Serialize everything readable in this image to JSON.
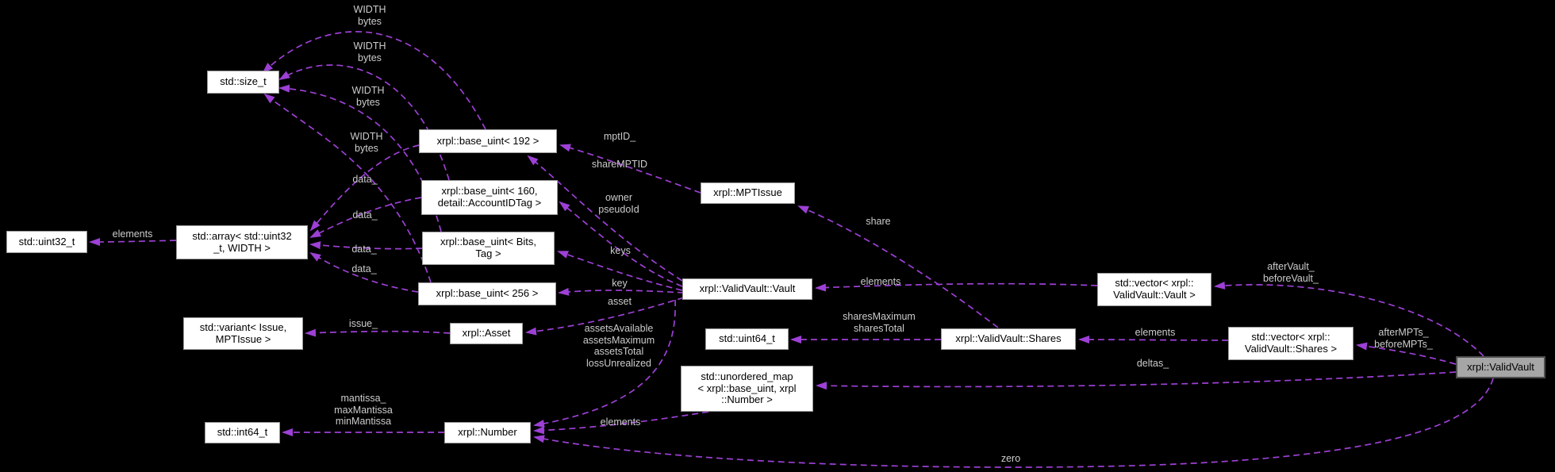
{
  "diagram": {
    "type": "doxygen-collaboration-graph",
    "colors": {
      "background": "#000000",
      "edge": "#9d40d5",
      "edge_label": "#cccccc",
      "node_fill": "#ffffff",
      "node_border": "#9a9a9a",
      "highlight_node_fill": "#a6a6a6",
      "highlight_node_border": "#4e4e4e"
    },
    "nodes": {
      "size_t": "std::size_t",
      "uint32_t": "std::uint32_t",
      "array": "std::array< std::uint32\n_t, WIDTH >",
      "variant": "std::variant< Issue,\nMPTIssue >",
      "int64_t": "std::int64_t",
      "base_uint_192": "xrpl::base_uint< 192 >",
      "base_uint_160": "xrpl::base_uint< 160,\ndetail::AccountIDTag >",
      "base_uint_bits_tag": "xrpl::base_uint< Bits,\nTag >",
      "base_uint_256": "xrpl::base_uint< 256 >",
      "asset": "xrpl::Asset",
      "number": "xrpl::Number",
      "mptissue": "xrpl::MPTIssue",
      "vault": "xrpl::ValidVault::Vault",
      "uint64_t": "std::uint64_t",
      "unordered_map": "std::unordered_map\n< xrpl::base_uint, xrpl\n::Number >",
      "shares": "xrpl::ValidVault::Shares",
      "vector_vault": "std::vector< xrpl::\nValidVault::Vault >",
      "vector_shares": "std::vector< xrpl::\nValidVault::Shares >",
      "validvault": "xrpl::ValidVault"
    },
    "edges": [
      {
        "id": "width-bytes-1",
        "from": "base_uint_192",
        "to": "size_t",
        "label": "WIDTH\nbytes"
      },
      {
        "id": "width-bytes-2",
        "from": "base_uint_160",
        "to": "size_t",
        "label": "WIDTH\nbytes"
      },
      {
        "id": "width-bytes-3",
        "from": "base_uint_bits_tag",
        "to": "size_t",
        "label": "WIDTH\nbytes"
      },
      {
        "id": "width-bytes-4",
        "from": "base_uint_256",
        "to": "size_t",
        "label": "WIDTH\nbytes"
      },
      {
        "id": "data-1",
        "from": "base_uint_192",
        "to": "array",
        "label": "data_"
      },
      {
        "id": "data-2",
        "from": "base_uint_160",
        "to": "array",
        "label": "data_"
      },
      {
        "id": "data-3",
        "from": "base_uint_bits_tag",
        "to": "array",
        "label": "data_"
      },
      {
        "id": "data-4",
        "from": "base_uint_256",
        "to": "array",
        "label": "data_"
      },
      {
        "id": "elements-array",
        "from": "array",
        "to": "uint32_t",
        "label": "elements"
      },
      {
        "id": "issue",
        "from": "asset",
        "to": "variant",
        "label": "issue_"
      },
      {
        "id": "mantissa",
        "from": "number",
        "to": "int64_t",
        "label": "mantissa_\nmaxMantissa\nminMantissa"
      },
      {
        "id": "mptid",
        "from": "mptissue",
        "to": "base_uint_192",
        "label": "mptID_"
      },
      {
        "id": "sharemptid",
        "from": "vault",
        "to": "base_uint_192",
        "label": "shareMPTID"
      },
      {
        "id": "owner-pseudoid",
        "from": "vault",
        "to": "base_uint_160",
        "label": "owner\npseudoId"
      },
      {
        "id": "keys",
        "from": "vault",
        "to": "base_uint_bits_tag",
        "label": "keys"
      },
      {
        "id": "key",
        "from": "vault",
        "to": "base_uint_256",
        "label": "key"
      },
      {
        "id": "asset",
        "from": "vault",
        "to": "asset",
        "label": "asset"
      },
      {
        "id": "assets",
        "from": "vault",
        "to": "number",
        "label": "assetsAvailable\nassetsMaximum\nassetsTotal\nlossUnrealized"
      },
      {
        "id": "share",
        "from": "shares",
        "to": "mptissue",
        "label": "share"
      },
      {
        "id": "elements-vecvault",
        "from": "vector_vault",
        "to": "vault",
        "label": "elements"
      },
      {
        "id": "sharesmaximum",
        "from": "shares",
        "to": "uint64_t",
        "label": "sharesMaximum\nsharesTotal"
      },
      {
        "id": "elements-vecshares",
        "from": "vector_shares",
        "to": "shares",
        "label": "elements"
      },
      {
        "id": "aftervault",
        "from": "validvault",
        "to": "vector_vault",
        "label": "afterVault_\nbeforeVault_"
      },
      {
        "id": "aftermpts",
        "from": "validvault",
        "to": "vector_shares",
        "label": "afterMPTs_\nbeforeMPTs_"
      },
      {
        "id": "deltas",
        "from": "validvault",
        "to": "unordered_map",
        "label": "deltas_"
      },
      {
        "id": "elements-map",
        "from": "unordered_map",
        "to": "number",
        "label": "elements"
      },
      {
        "id": "zero",
        "from": "validvault",
        "to": "number",
        "label": "zero"
      }
    ]
  }
}
